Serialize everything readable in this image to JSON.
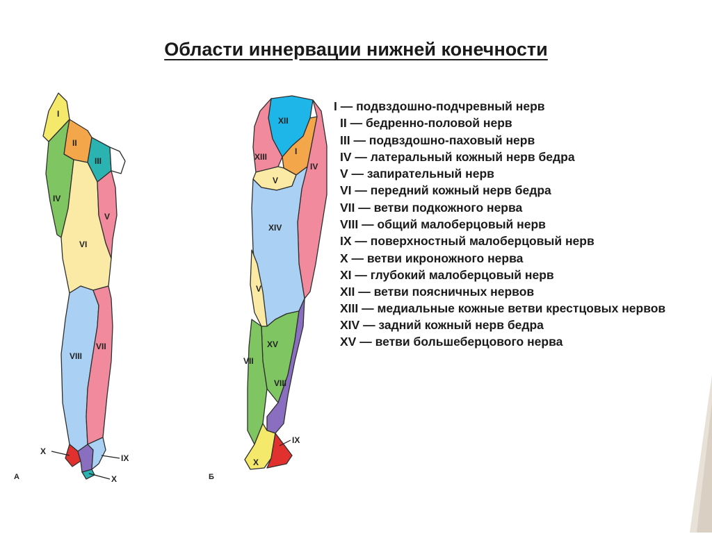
{
  "title": "Области иннервации нижней конечности",
  "figure_labels": {
    "left_view": "А",
    "right_view": "Б"
  },
  "legend": [
    "I — подвздошно-подчревный нерв",
    "II — бедренно-половой нерв",
    "III — подвздошно-паховый нерв",
    "IV — латеральный кожный нерв бедра",
    "V — запирательный нерв",
    "VI — передний кожный нерв бедра",
    "VII — ветви подкожного нерва",
    "VIII — общий малоберцовый нерв",
    "IX — поверхностный малоберцовый нерв",
    "X — ветви икроножного нерва",
    "XI — глубокий малоберцовый нерв",
    "XII — ветви поясничных нервов",
    "XIII — медиальные кожные ветви крестцовых нервов",
    "XIV — задний кожный нерв бедра",
    "XV — ветви большеберцового нерва"
  ],
  "regions_front": {
    "I": "I",
    "II": "II",
    "III": "III",
    "IV": "IV",
    "V": "V",
    "VI": "VI",
    "VIII": "VIII",
    "VII": "VII",
    "X": "X",
    "IX": "IX",
    "X2": "X"
  },
  "regions_back": {
    "XII": "XII",
    "XIII": "XIII",
    "I": "I",
    "IV": "IV",
    "V": "V",
    "XIV": "XIV",
    "V2": "V",
    "XV": "XV",
    "VII": "VII",
    "VIII": "VIII",
    "IX": "IX",
    "X": "X"
  },
  "colors": {
    "yellow": "#f4e96a",
    "orange": "#f4a64a",
    "teal": "#2bb3b2",
    "green": "#7fc562",
    "pink": "#f08a9c",
    "cream": "#faeaa6",
    "blue": "#aad0f3",
    "purple": "#8a6fc0",
    "cyan": "#1eb6e8",
    "red": "#e0312e"
  }
}
